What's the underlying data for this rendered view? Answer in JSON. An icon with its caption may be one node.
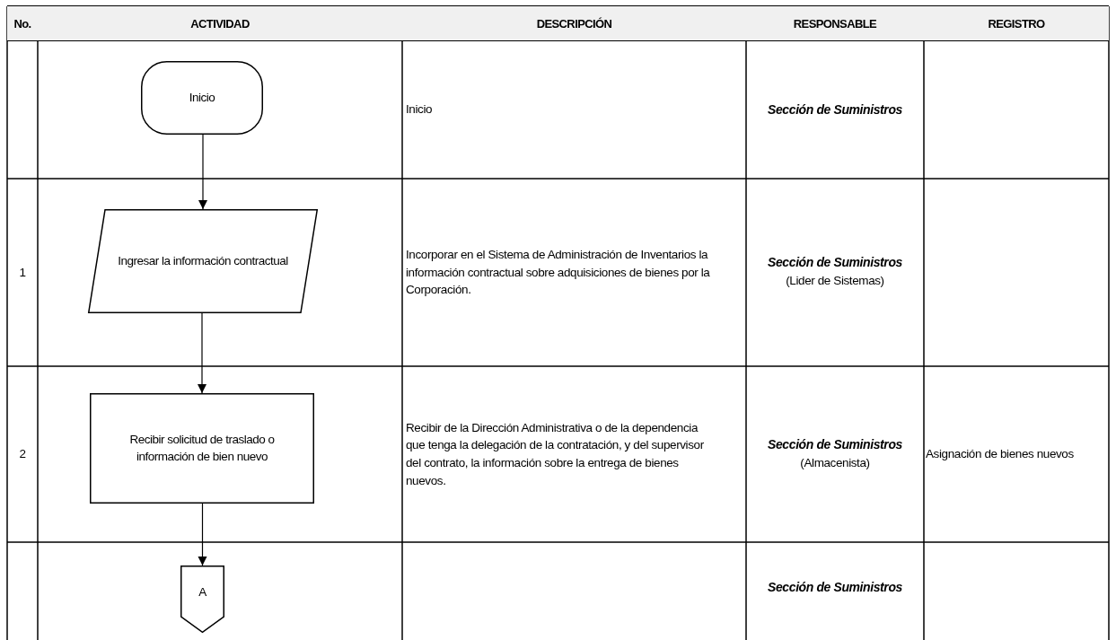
{
  "diagram": {
    "nodes": [
      {
        "text": [
          "Inicio"
        ]
      },
      {
        "text": [
          "Ingresar la información contractual"
        ]
      },
      {
        "text": [
          "Recibir solicitud de traslado o información de bien nuevo"
        ]
      },
      {
        "text": [
          "A"
        ]
      }
    ],
    "edges": [
      {
        "from": 0,
        "to": 1,
        "arrow": "to"
      },
      {
        "from": 1,
        "to": 2,
        "arrow": "to"
      },
      {
        "from": 2,
        "to": 3,
        "arrow": "to"
      }
    ],
    "labels": [
      "No.",
      "ACTIVIDAD",
      "DESCRIPCIÓN",
      "RESPONSABLE",
      "REGISTRO",
      "Inicio",
      "Sección de Suministros",
      "1",
      "Incorporar en el Sistema de Administración de Inventarios la información contractual sobre adquisiciones de bienes por la Corporación.",
      "Sección de Suministros",
      "(Lider de Sistemas)",
      "2",
      "Recibir de la Dirección Administrativa o de la dependencia que tenga la delegación de la contratación, y del supervisor del contrato, la información sobre la entrega de bienes nuevos.",
      "Sección de Suministros",
      "(Almacenista)",
      "Asignación de bienes nuevos",
      "Sección de Suministros"
    ]
  }
}
